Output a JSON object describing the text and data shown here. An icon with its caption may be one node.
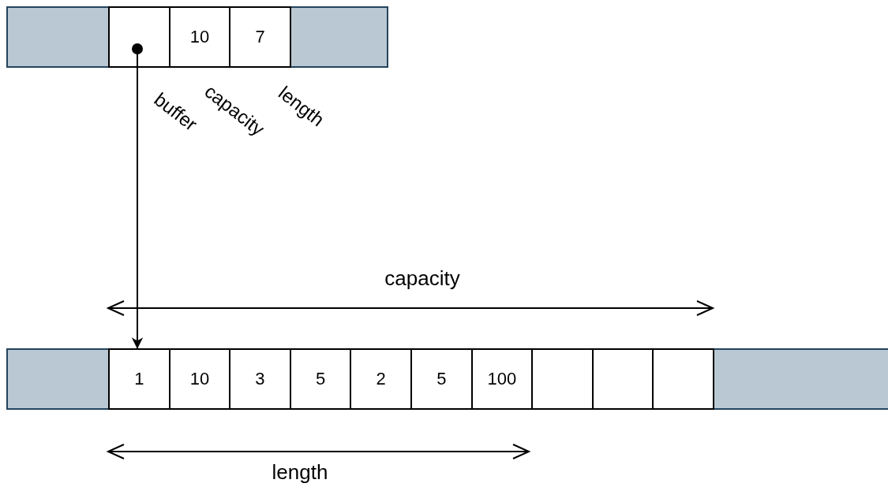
{
  "diagram": {
    "nodes": [
      {
        "text": [],
        "shape": "box",
        "beside": [
          "buffer"
        ]
      },
      {
        "text": [
          "10"
        ],
        "beside": [
          "capacity"
        ]
      },
      {
        "text": [
          "7"
        ],
        "beside": [
          "length"
        ]
      },
      {
        "text": [
          "1"
        ]
      },
      {
        "text": [
          "10"
        ]
      },
      {
        "text": [
          "3"
        ]
      },
      {
        "text": [
          "5"
        ]
      },
      {
        "text": [
          "2"
        ]
      },
      {
        "text": [
          "5"
        ]
      },
      {
        "text": [
          "100"
        ]
      },
      {
        "text": [],
        "shape": "box"
      },
      {
        "text": [],
        "shape": "box"
      },
      {
        "text": [],
        "shape": "box"
      }
    ],
    "edges": [
      {
        "from": 0,
        "to": 3,
        "arrow": "to"
      }
    ],
    "labels": [
      "capacity",
      "length"
    ]
  }
}
